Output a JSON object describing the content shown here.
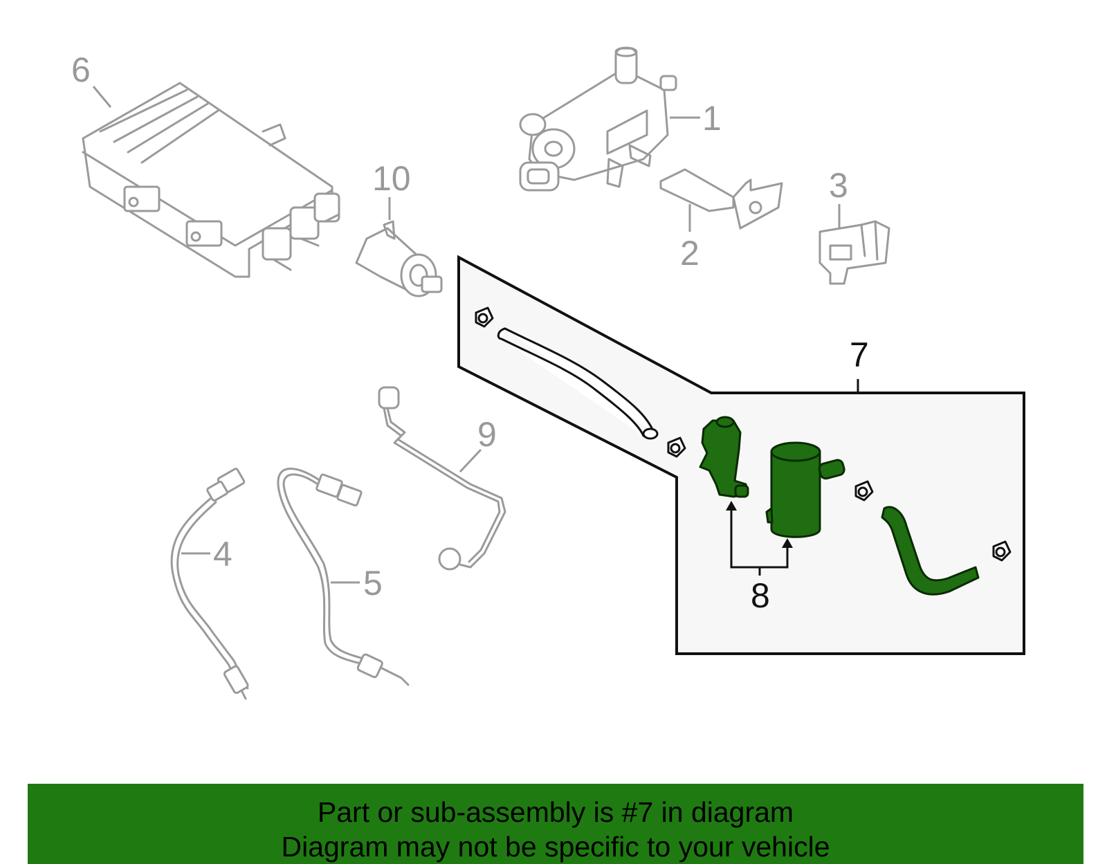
{
  "diagram": {
    "callouts": {
      "c1": "1",
      "c2": "2",
      "c3": "3",
      "c4": "4",
      "c5": "5",
      "c6": "6",
      "c7": "7",
      "c8": "8",
      "c9": "9",
      "c10": "10"
    },
    "highlight_color": "#1f6e12",
    "inactive_color": "#9a9a9a",
    "highlighted_part": "7"
  },
  "banner": {
    "line1": "Part or sub-assembly is #7 in diagram",
    "line2": "Diagram may not be specific to your vehicle",
    "background": "#1f7a12"
  }
}
